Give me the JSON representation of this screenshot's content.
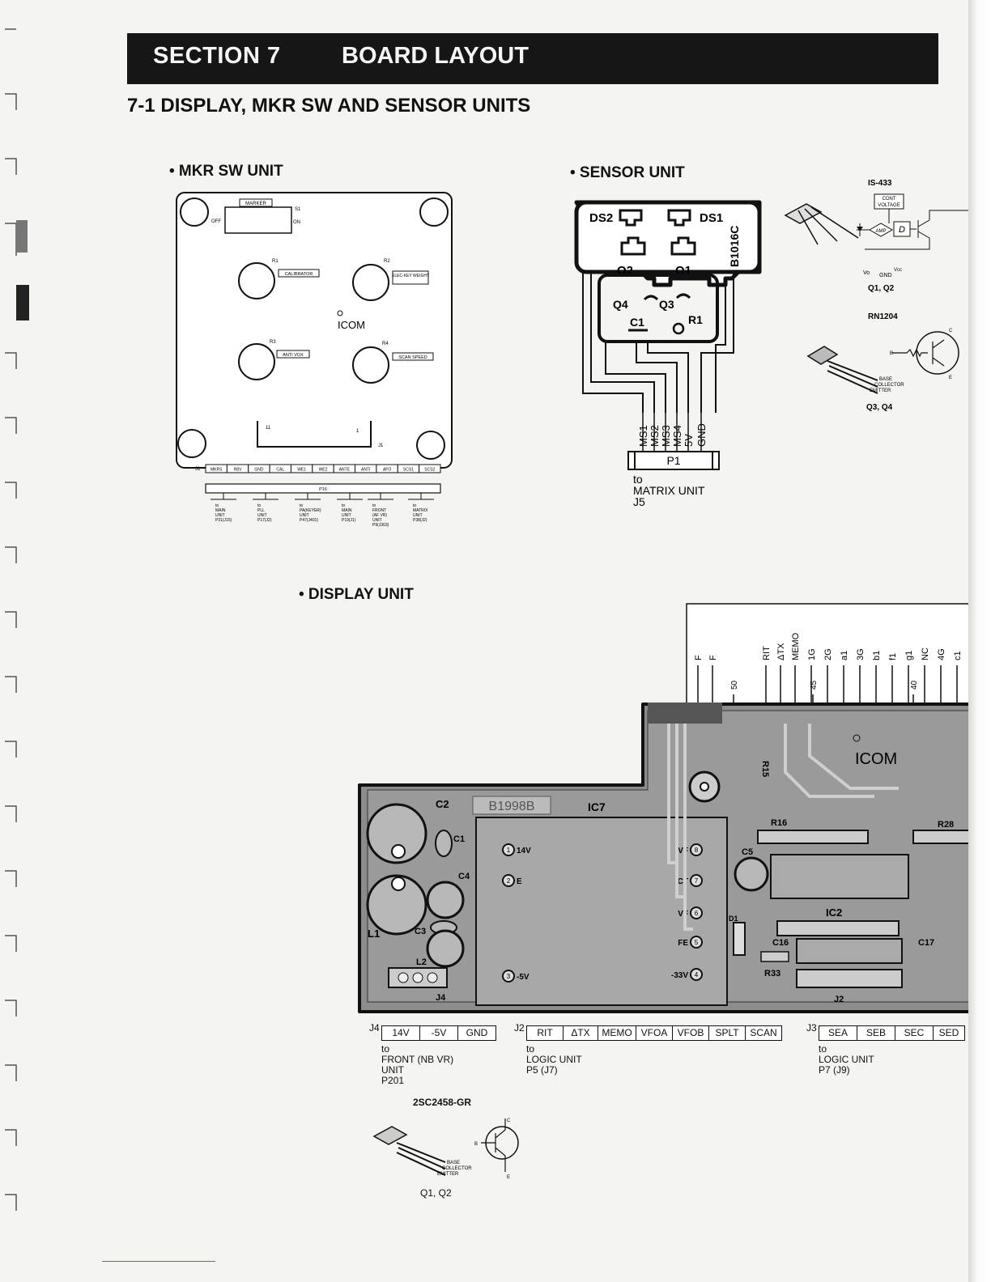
{
  "header": {
    "section": "SECTION 7",
    "title": "BOARD LAYOUT"
  },
  "subtitle": "7-1 DISPLAY, MKR SW AND SENSOR UNITS",
  "mkr": {
    "heading": "• MKR SW UNIT",
    "marker_label": "MARKER",
    "s1": "S1",
    "off": "OFF",
    "on": "ON",
    "r1": "R1",
    "r1_label": "CALIBRATOR",
    "r2": "R2",
    "r2_label": "ELEC-KEY WEIGHT",
    "r3": "R3",
    "r3_label": "ANTI VOX",
    "r4": "R4",
    "r4_label": "SCAN SPEED",
    "logo": "ICOM",
    "pin11": "11",
    "pin1": "1",
    "j1": "J1",
    "j1_pins": [
      "MKRS",
      "R8V",
      "GND",
      "CAL",
      "WE1",
      "WE2",
      "ANTE",
      "ANTI",
      "AFO",
      "SCS1",
      "SCS2"
    ],
    "p16": "P16",
    "destinations": [
      [
        "to",
        "MAIN",
        "UNIT",
        "P31(J15)"
      ],
      [
        "to",
        "PLL",
        "UNIT",
        "P17(J2)"
      ],
      [
        "to",
        "PA(KEYER)",
        "UNIT",
        "P47(J401)"
      ],
      [
        "to",
        "MAIN",
        "UNIT",
        "P19(J1)"
      ],
      [
        "to",
        "FRONT",
        "(AF VR)",
        "UNIT",
        "P9(J303)"
      ],
      [
        "to",
        "MATRIX",
        "UNIT",
        "P38(J2)"
      ]
    ]
  },
  "sensor": {
    "heading": "• SENSOR UNIT",
    "ds2": "DS2",
    "ds1": "DS1",
    "board_code": "B1016C",
    "q2": "Q2",
    "q1": "Q1",
    "q4": "Q4",
    "q3": "Q3",
    "c1": "C1",
    "r1": "R1",
    "pins": [
      "MS1",
      "MS2",
      "MS3",
      "MS4",
      "5V",
      "GND"
    ],
    "p1": "P1",
    "dest": [
      "to",
      "MATRIX UNIT",
      "J5"
    ]
  },
  "parts": {
    "is433": "IS-433",
    "cont": "CONT",
    "voltage": "VOLTAGE",
    "amp": "AMP",
    "vo": "Vo",
    "gnd": "GND",
    "vcc": "Vcc",
    "q1q2_top": "Q1, Q2",
    "rn1204": "RN1204",
    "c_letter": "C",
    "b_letter": "B",
    "e_letter": "E",
    "base": "BASE",
    "collector": "COLLECTOR",
    "emitter": "EMITTER",
    "q3q4": "Q3, Q4",
    "transistor2": "2SC2458-GR",
    "q1q2_bottom": "Q1, Q2"
  },
  "display": {
    "heading": "• DISPLAY UNIT",
    "top_pins": [
      "F",
      "F",
      "RIT",
      "ΔTX",
      "MEMO",
      "1G",
      "2G",
      "a1",
      "3G",
      "b1",
      "f1",
      "g1",
      "NC",
      "4G",
      "c1"
    ],
    "pin_numbers": [
      "50",
      "45",
      "40"
    ],
    "ic7": "IC7",
    "board_code": "B1998B",
    "logo": "ICOM",
    "c2": "C2",
    "c1": "C1",
    "c4": "C4",
    "c3": "C3",
    "l1": "L1",
    "l2": "L2",
    "j4_board": "J4",
    "ic7_pins": [
      "14V",
      "E",
      "-5V"
    ],
    "ic7_pin_nums": [
      "1",
      "2",
      "3"
    ],
    "right_pins": [
      "VF",
      "CT",
      "VF",
      "FE",
      "-33V"
    ],
    "right_pin_nums": [
      "8",
      "7",
      "6",
      "5",
      "4"
    ],
    "c5": "C5",
    "r15": "R15",
    "r16": "R16",
    "r28": "R28",
    "ic2": "IC2",
    "c16": "C16",
    "c17": "C17",
    "r33": "R33",
    "j2_board": "J2",
    "d1": "D1",
    "j4": {
      "label": "J4",
      "pins": [
        "14V",
        "-5V",
        "GND"
      ],
      "dest": [
        "to",
        "FRONT (NB VR)",
        "UNIT",
        "P201"
      ]
    },
    "j2": {
      "label": "J2",
      "pins": [
        "RIT",
        "ΔTX",
        "MEMO",
        "VFOA",
        "VFOB",
        "SPLT",
        "SCAN"
      ],
      "dest": [
        "to",
        "LOGIC UNIT",
        "P5 (J7)"
      ]
    },
    "j3": {
      "label": "J3",
      "pins": [
        "SEA",
        "SEB",
        "SEC",
        "SED"
      ],
      "dest": [
        "to",
        "LOGIC UNIT",
        "P7 (J9)"
      ]
    }
  }
}
